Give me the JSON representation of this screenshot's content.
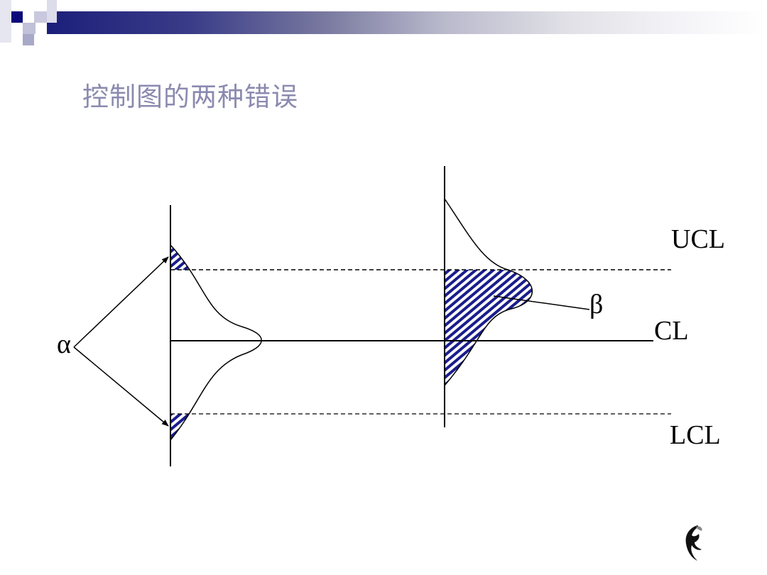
{
  "slide": {
    "title": "控制图的两种错误",
    "colors": {
      "title": "#8a8ab0",
      "header_dark": "#1c1f7a",
      "hatch": "#1a1d8c",
      "line": "#000000"
    }
  },
  "diagram": {
    "labels": {
      "ucl": "UCL",
      "cl": "CL",
      "lcl": "LCL",
      "alpha": "α",
      "beta": "β"
    },
    "description": {
      "left_distribution": "In-control normal distribution centered on CL; tails beyond UCL and LCL shaded (α, type I error)",
      "right_distribution": "Shifted distribution centered above CL; portion between UCL and below shaded (β, type II error)"
    }
  },
  "footer": {
    "logo_icon": "swirl-logo-icon"
  }
}
